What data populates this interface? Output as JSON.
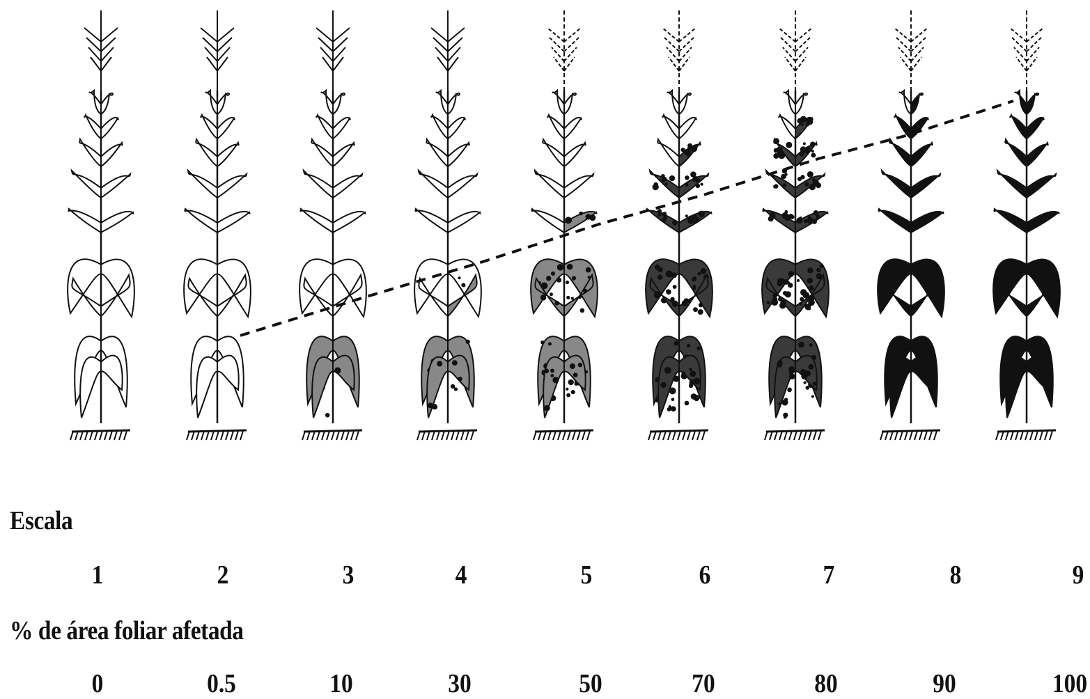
{
  "scale_label": "Escala",
  "scale_values": [
    "1",
    "2",
    "3",
    "4",
    "5",
    "6",
    "7",
    "8",
    "9"
  ],
  "percent_label": "% de área foliar afetada",
  "percent_values": [
    "0",
    "0.5",
    "10",
    "30",
    "50",
    "70",
    "80",
    "90",
    "100"
  ],
  "severity_fraction": [
    0,
    0.005,
    0.1,
    0.3,
    0.5,
    0.7,
    0.8,
    0.9,
    1.0
  ],
  "colors": {
    "ink": "#111111",
    "background": "#ffffff"
  }
}
